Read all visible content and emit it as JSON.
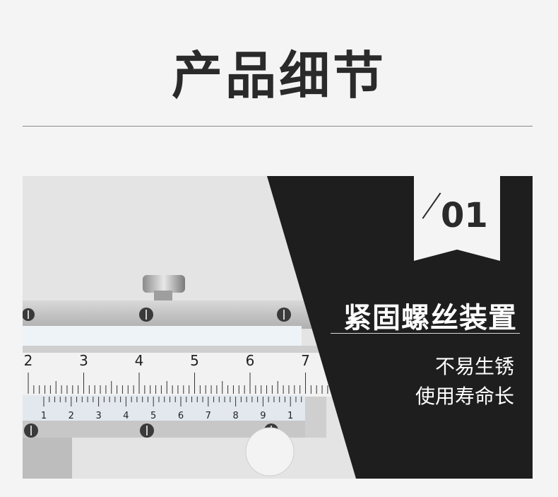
{
  "page": {
    "title": "产品细节"
  },
  "feature": {
    "number": "01",
    "headline": "紧固螺丝装置",
    "lines": [
      "不易生锈",
      "使用寿命长"
    ]
  },
  "ruler": {
    "main_scale": [
      "2",
      "3",
      "4",
      "5",
      "6",
      "7"
    ],
    "vernier_scale": [
      "1",
      "2",
      "3",
      "4",
      "5",
      "6",
      "7",
      "8",
      "9",
      "1"
    ]
  }
}
